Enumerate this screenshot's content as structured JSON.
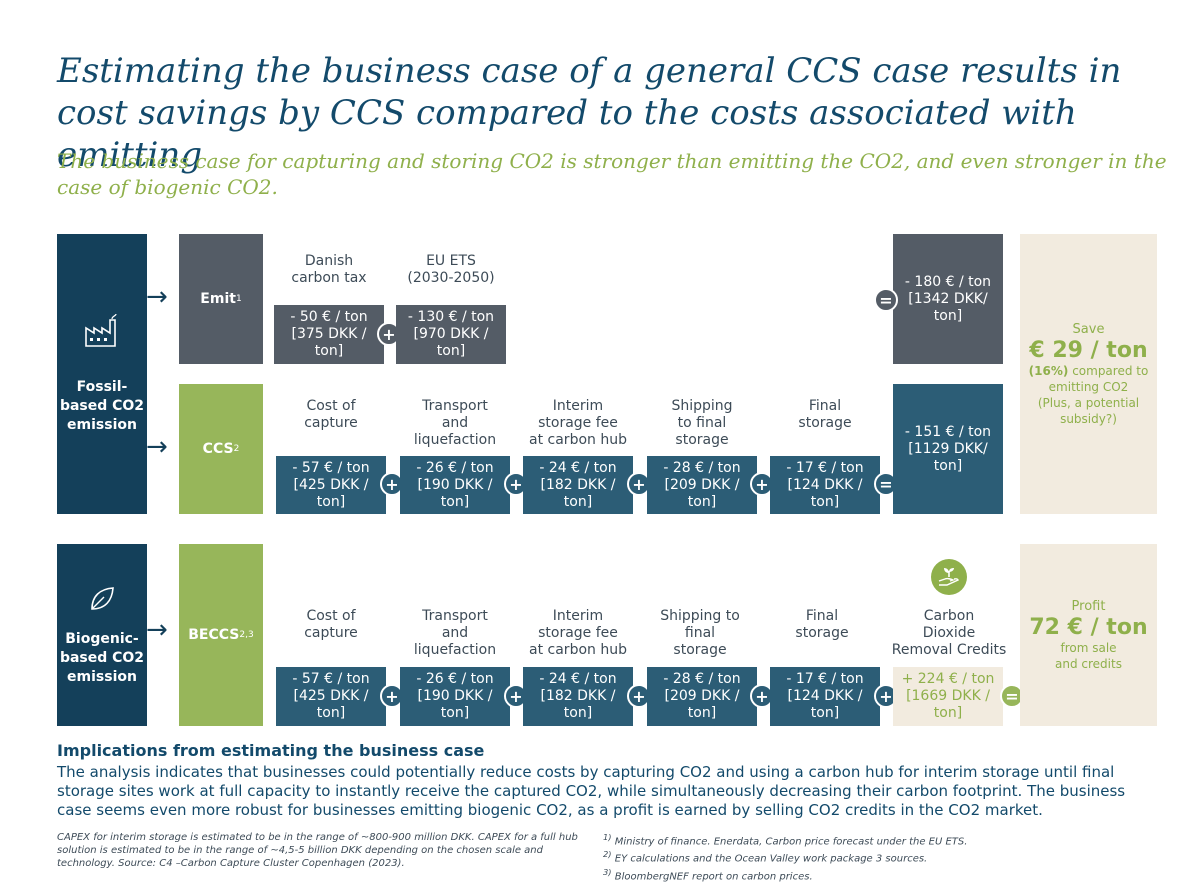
{
  "title": "Estimating the business case of a general CCS case results in cost savings by CCS compared to the costs associated with emitting",
  "subtitle": "The business case for capturing and storing CO2 is stronger than emitting the CO2, and even stronger in the case of biogenic CO2.",
  "fossil": {
    "label_line1": "Fossil-",
    "label_line2": "based CO2",
    "label_line3": "emission",
    "icon": "factory-icon"
  },
  "emit": {
    "label": "Emit",
    "sup": "1",
    "items": [
      {
        "label1": "Danish",
        "label2": "carbon tax",
        "value1": "- 50 € / ton",
        "value2": "[375 DKK /",
        "value3": "ton]"
      },
      {
        "label1": "EU ETS",
        "label2": "(2030-2050)",
        "value1": "- 130 € / ton",
        "value2": "[970 DKK /",
        "value3": "ton]"
      }
    ],
    "total1": "- 180 € / ton",
    "total2": "[1342 DKK/",
    "total3": "ton]"
  },
  "ccs": {
    "label": "CCS",
    "sup": "2",
    "items": [
      {
        "label1": "Cost of",
        "label2": "capture",
        "label3": "",
        "value1": "- 57 € / ton",
        "value2": "[425 DKK /",
        "value3": "ton]"
      },
      {
        "label1": "Transport",
        "label2": "and",
        "label3": "liquefaction",
        "value1": "- 26 € / ton",
        "value2": "[190 DKK /",
        "value3": "ton]"
      },
      {
        "label1": "Interim",
        "label2": "storage fee",
        "label3": "at carbon hub",
        "value1": "- 24 € / ton",
        "value2": "[182 DKK /",
        "value3": "ton]"
      },
      {
        "label1": "Shipping",
        "label2": "to final",
        "label3": "storage",
        "value1": "- 28 € / ton",
        "value2": "[209 DKK /",
        "value3": "ton]"
      },
      {
        "label1": "Final",
        "label2": "storage",
        "label3": "",
        "value1": "- 17 € / ton",
        "value2": "[124 DKK /",
        "value3": "ton]"
      }
    ],
    "total1": "- 151 € / ton",
    "total2": "[1129 DKK/",
    "total3": "ton]"
  },
  "save": {
    "label": "Save",
    "value": "€ 29 / ton",
    "pct": "(16%)",
    "line1": " compared to",
    "line2": "emitting CO2",
    "line3": "(Plus, a potential",
    "line4": "subsidy?)"
  },
  "biogenic": {
    "label_line1": "Biogenic-",
    "label_line2": "based CO2",
    "label_line3": "emission",
    "icon": "leaf-icon"
  },
  "beccs": {
    "label": "BECCS",
    "sup": "2,3",
    "items": [
      {
        "label1": "Cost of",
        "label2": "capture",
        "label3": "",
        "value1": "- 57 € / ton",
        "value2": "[425 DKK /",
        "value3": "ton]"
      },
      {
        "label1": "Transport",
        "label2": "and",
        "label3": "liquefaction",
        "value1": "- 26 € / ton",
        "value2": "[190 DKK /",
        "value3": "ton]"
      },
      {
        "label1": "Interim",
        "label2": "storage fee",
        "label3": "at carbon hub",
        "value1": "- 24 € / ton",
        "value2": "[182 DKK /",
        "value3": "ton]"
      },
      {
        "label1": "Shipping to",
        "label2": "final",
        "label3": "storage",
        "value1": "- 28 € / ton",
        "value2": "[209 DKK /",
        "value3": "ton]"
      },
      {
        "label1": "Final",
        "label2": "storage",
        "label3": "",
        "value1": "- 17 € / ton",
        "value2": "[124 DKK /",
        "value3": "ton]"
      }
    ],
    "credit_label1": "Carbon",
    "credit_label2": "Dioxide",
    "credit_label3": "Removal Credits",
    "credit1": "+ 224 € / ton",
    "credit2": "[1669 DKK /",
    "credit3": "ton]",
    "credit_icon": "hand-plant-icon"
  },
  "profit": {
    "label": "Profit",
    "value": "72 € / ton",
    "line1": "from sale",
    "line2": "and credits"
  },
  "operators": {
    "plus": "+",
    "equals": "="
  },
  "implications": {
    "heading": "Implications from estimating the business case",
    "text": "The analysis indicates that businesses could potentially reduce costs by capturing CO2 and using a carbon hub for interim storage until final storage sites work at full capacity to instantly receive the captured CO2, while simultaneously decreasing their carbon footprint. The business case seems even more robust for businesses emitting biogenic CO2, as a profit is earned by selling CO2 credits in the CO2 market."
  },
  "footnotes": {
    "capex": "CAPEX for interim storage is estimated to be in the range of ~800-900 million DKK. CAPEX for a full hub solution is estimated to be in the range of ~4,5-5 billion DKK depending on the chosen scale and technology. Source: C4 –Carbon Capture Cluster Copenhagen (2023).",
    "note1_sup": "1)",
    "note1": "Ministry of finance. Enerdata, Carbon price forecast under the EU ETS.",
    "note2_sup": "2)",
    "note2": "EY calculations and the Ocean Valley work package 3 sources.",
    "note3_sup": "3)",
    "note3": "BloombergNEF report on carbon prices."
  },
  "colors": {
    "navy": "#14405a",
    "gray": "#545c66",
    "green": "#97b65a",
    "teal": "#2c5d76",
    "beige": "#f2ebdf"
  }
}
